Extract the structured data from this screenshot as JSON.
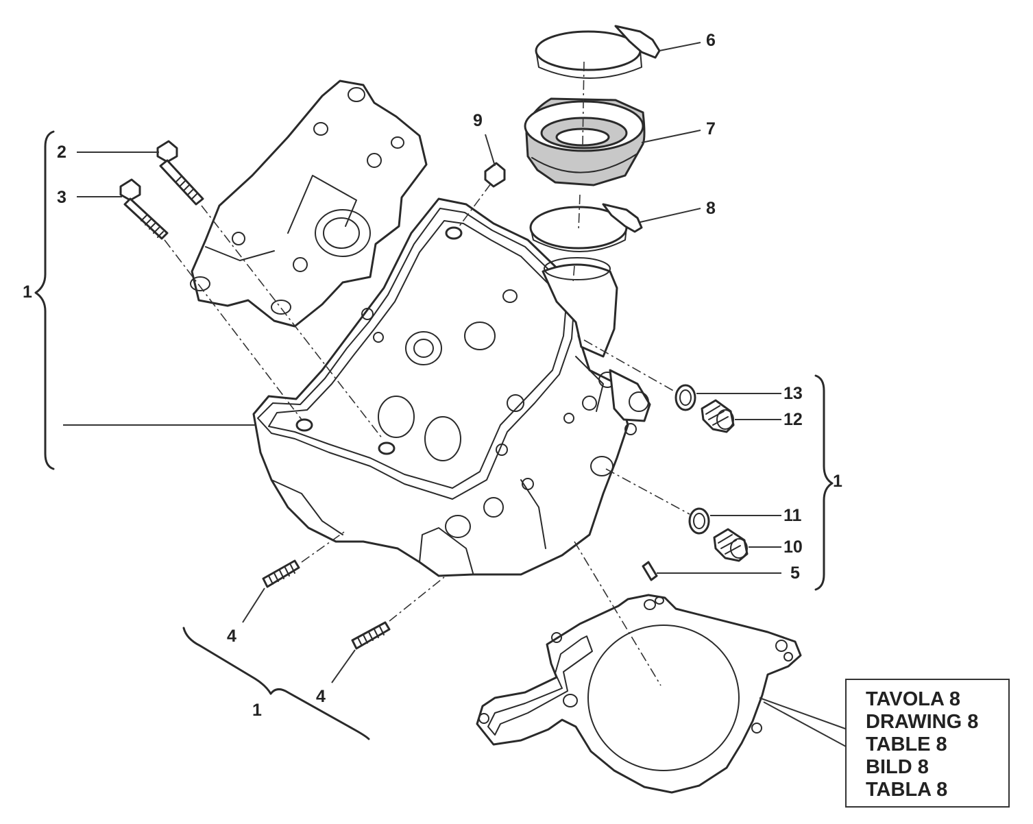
{
  "callouts": {
    "c1_left": "1",
    "c1_right": "1",
    "c1_bottom": "1",
    "c2": "2",
    "c3": "3",
    "c4_upper": "4",
    "c4_lower": "4",
    "c5": "5",
    "c6": "6",
    "c7": "7",
    "c8": "8",
    "c9": "9",
    "c10": "10",
    "c11": "11",
    "c12": "12",
    "c13": "13"
  },
  "drawing_table": {
    "line1": "TAVOLA 8",
    "line2": "DRAWING 8",
    "line3": "TABLE 8",
    "line4": "BILD 8",
    "line5": "TABLA 8"
  }
}
